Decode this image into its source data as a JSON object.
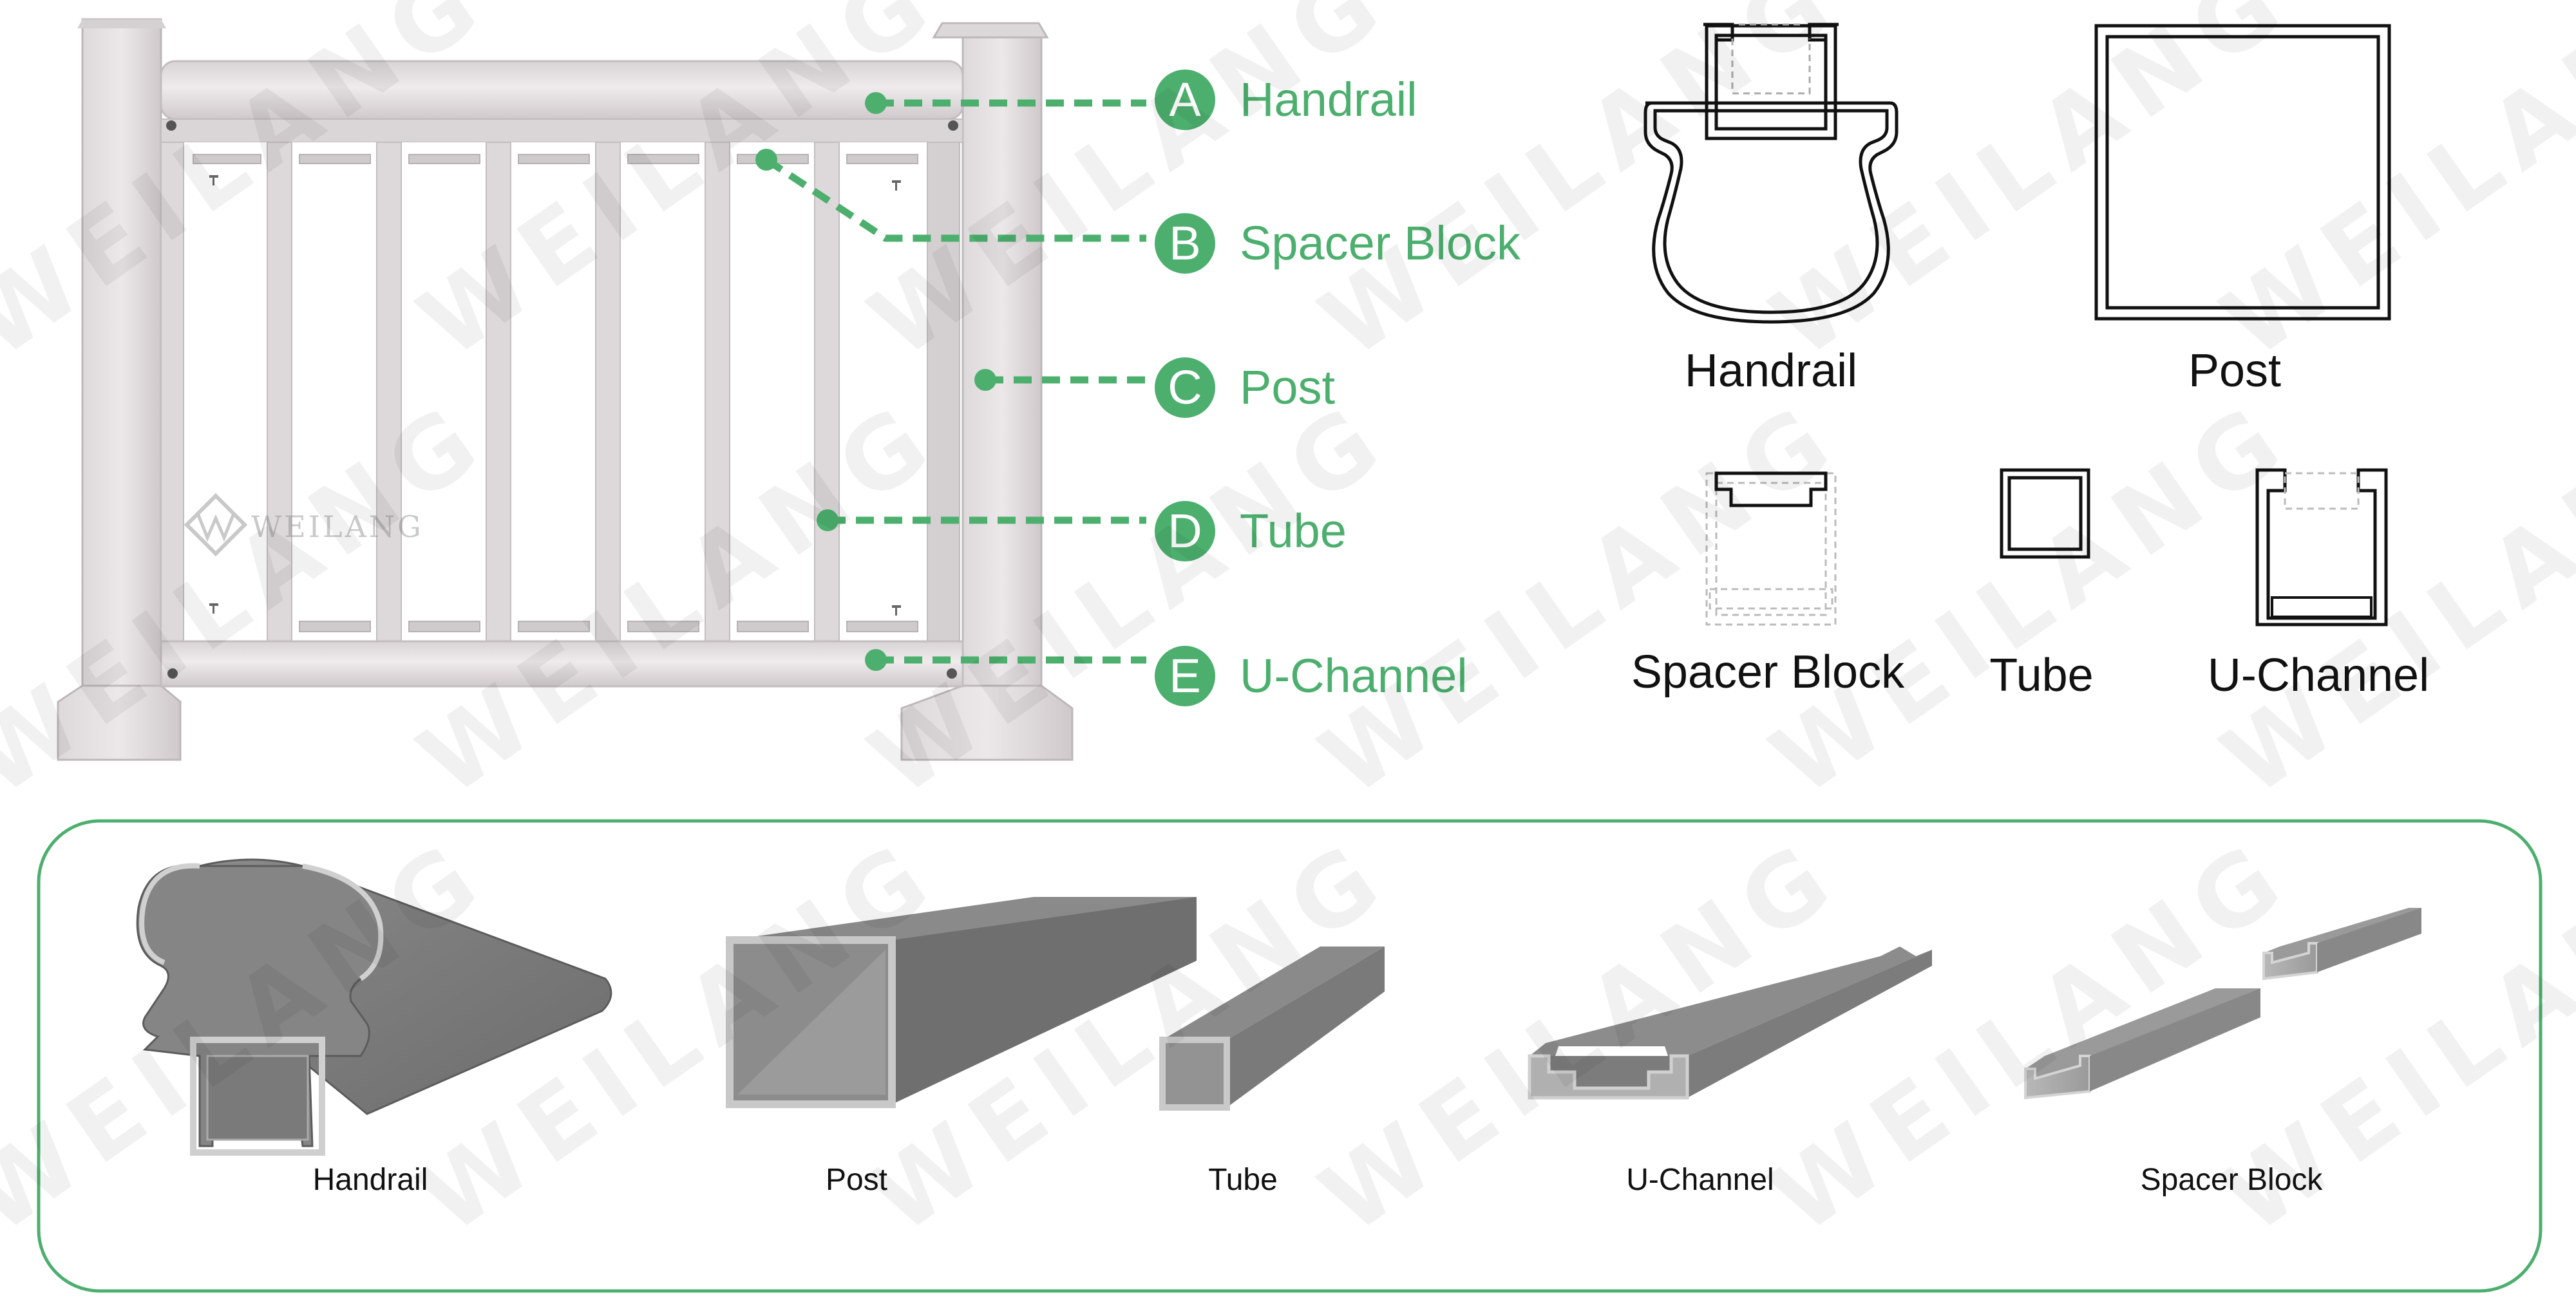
{
  "colors": {
    "accent": "#4caf6e",
    "rail": "#e6e2e3",
    "rail_shadow": "#c9c4c6",
    "profile_gray": "#777777",
    "frame_border": "#4caf6e"
  },
  "brand": {
    "watermark": "WEILANG"
  },
  "callouts": [
    {
      "letter": "A",
      "label": "Handrail"
    },
    {
      "letter": "B",
      "label": "Spacer Block"
    },
    {
      "letter": "C",
      "label": "Post"
    },
    {
      "letter": "D",
      "label": "Tube"
    },
    {
      "letter": "E",
      "label": "U-Channel"
    }
  ],
  "sections": {
    "handrail": "Handrail",
    "post": "Post",
    "spacer_block": "Spacer Block",
    "tube": "Tube",
    "u_channel": "U-Channel"
  },
  "products": {
    "handrail": "Handrail",
    "post": "Post",
    "tube": "Tube",
    "u_channel": "U-Channel",
    "spacer_block": "Spacer Block"
  }
}
